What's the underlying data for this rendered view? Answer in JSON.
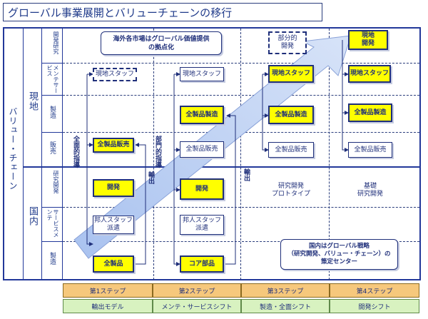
{
  "title": "グローバル事業展開とバリューチェーンの移行",
  "axis": {
    "chain": "バリュー・チェーン",
    "local": "現地",
    "domestic": "国内"
  },
  "rows": {
    "dev_local": "開発研究",
    "svc_local": "メンテサービス",
    "mfg_local": "製造",
    "sales_local": "販売",
    "dev_dom": "研究開発",
    "svc_dom": "サービスメンテ",
    "mfg_dom": "製造"
  },
  "top_note": "海外各市場はグローバル価値提供\nの拠点化",
  "partial_dev": "部分的\n開発",
  "boxes": {
    "c1_staff": "現地スタッフ",
    "c1_sales": "全製品販売",
    "c1_dev": "開発",
    "c1_expat": "邦人スタッフ\n派遣",
    "c1_product": "全製品",
    "c2_staff": "現地スタッフ",
    "c2_mfg": "全製品製造",
    "c2_sales": "全製品販売",
    "c2_dev": "開発",
    "c2_expat": "邦人スタッフ\n派遣",
    "c2_core": "コア部品",
    "c3_staff": "現地スタッフ",
    "c3_mfg": "全製品製造",
    "c3_sales": "全製品販売",
    "c3_proto": "研究開発\nプロトタイプ",
    "c4_dev": "現地\n開発",
    "c4_staff": "現地スタッフ",
    "c4_mfg": "全製品製造",
    "c4_sales": "全製品販売",
    "c4_basic": "基礎\n研究開発"
  },
  "arrows": {
    "full_guide": "全面的指導",
    "partial_guide": "部門的指導",
    "export1": "輸出",
    "export2": "輸出"
  },
  "domestic_note": "国内はグローバル戦略\n（研究開発、バリュー・チェーン）の\n策定センター",
  "steps": [
    "第1ステップ",
    "第2ステップ",
    "第3ステップ",
    "第4ステップ"
  ],
  "shifts": [
    "輸出モデル",
    "メンテ・サービスシフト",
    "製造・全面シフト",
    "開発シフト"
  ],
  "colors": {
    "navy": "#1f2f7a",
    "yellow": "#ffff00",
    "arrow": "#b9cef0",
    "step": "#f6c87c",
    "shift": "#d8f2c0"
  }
}
